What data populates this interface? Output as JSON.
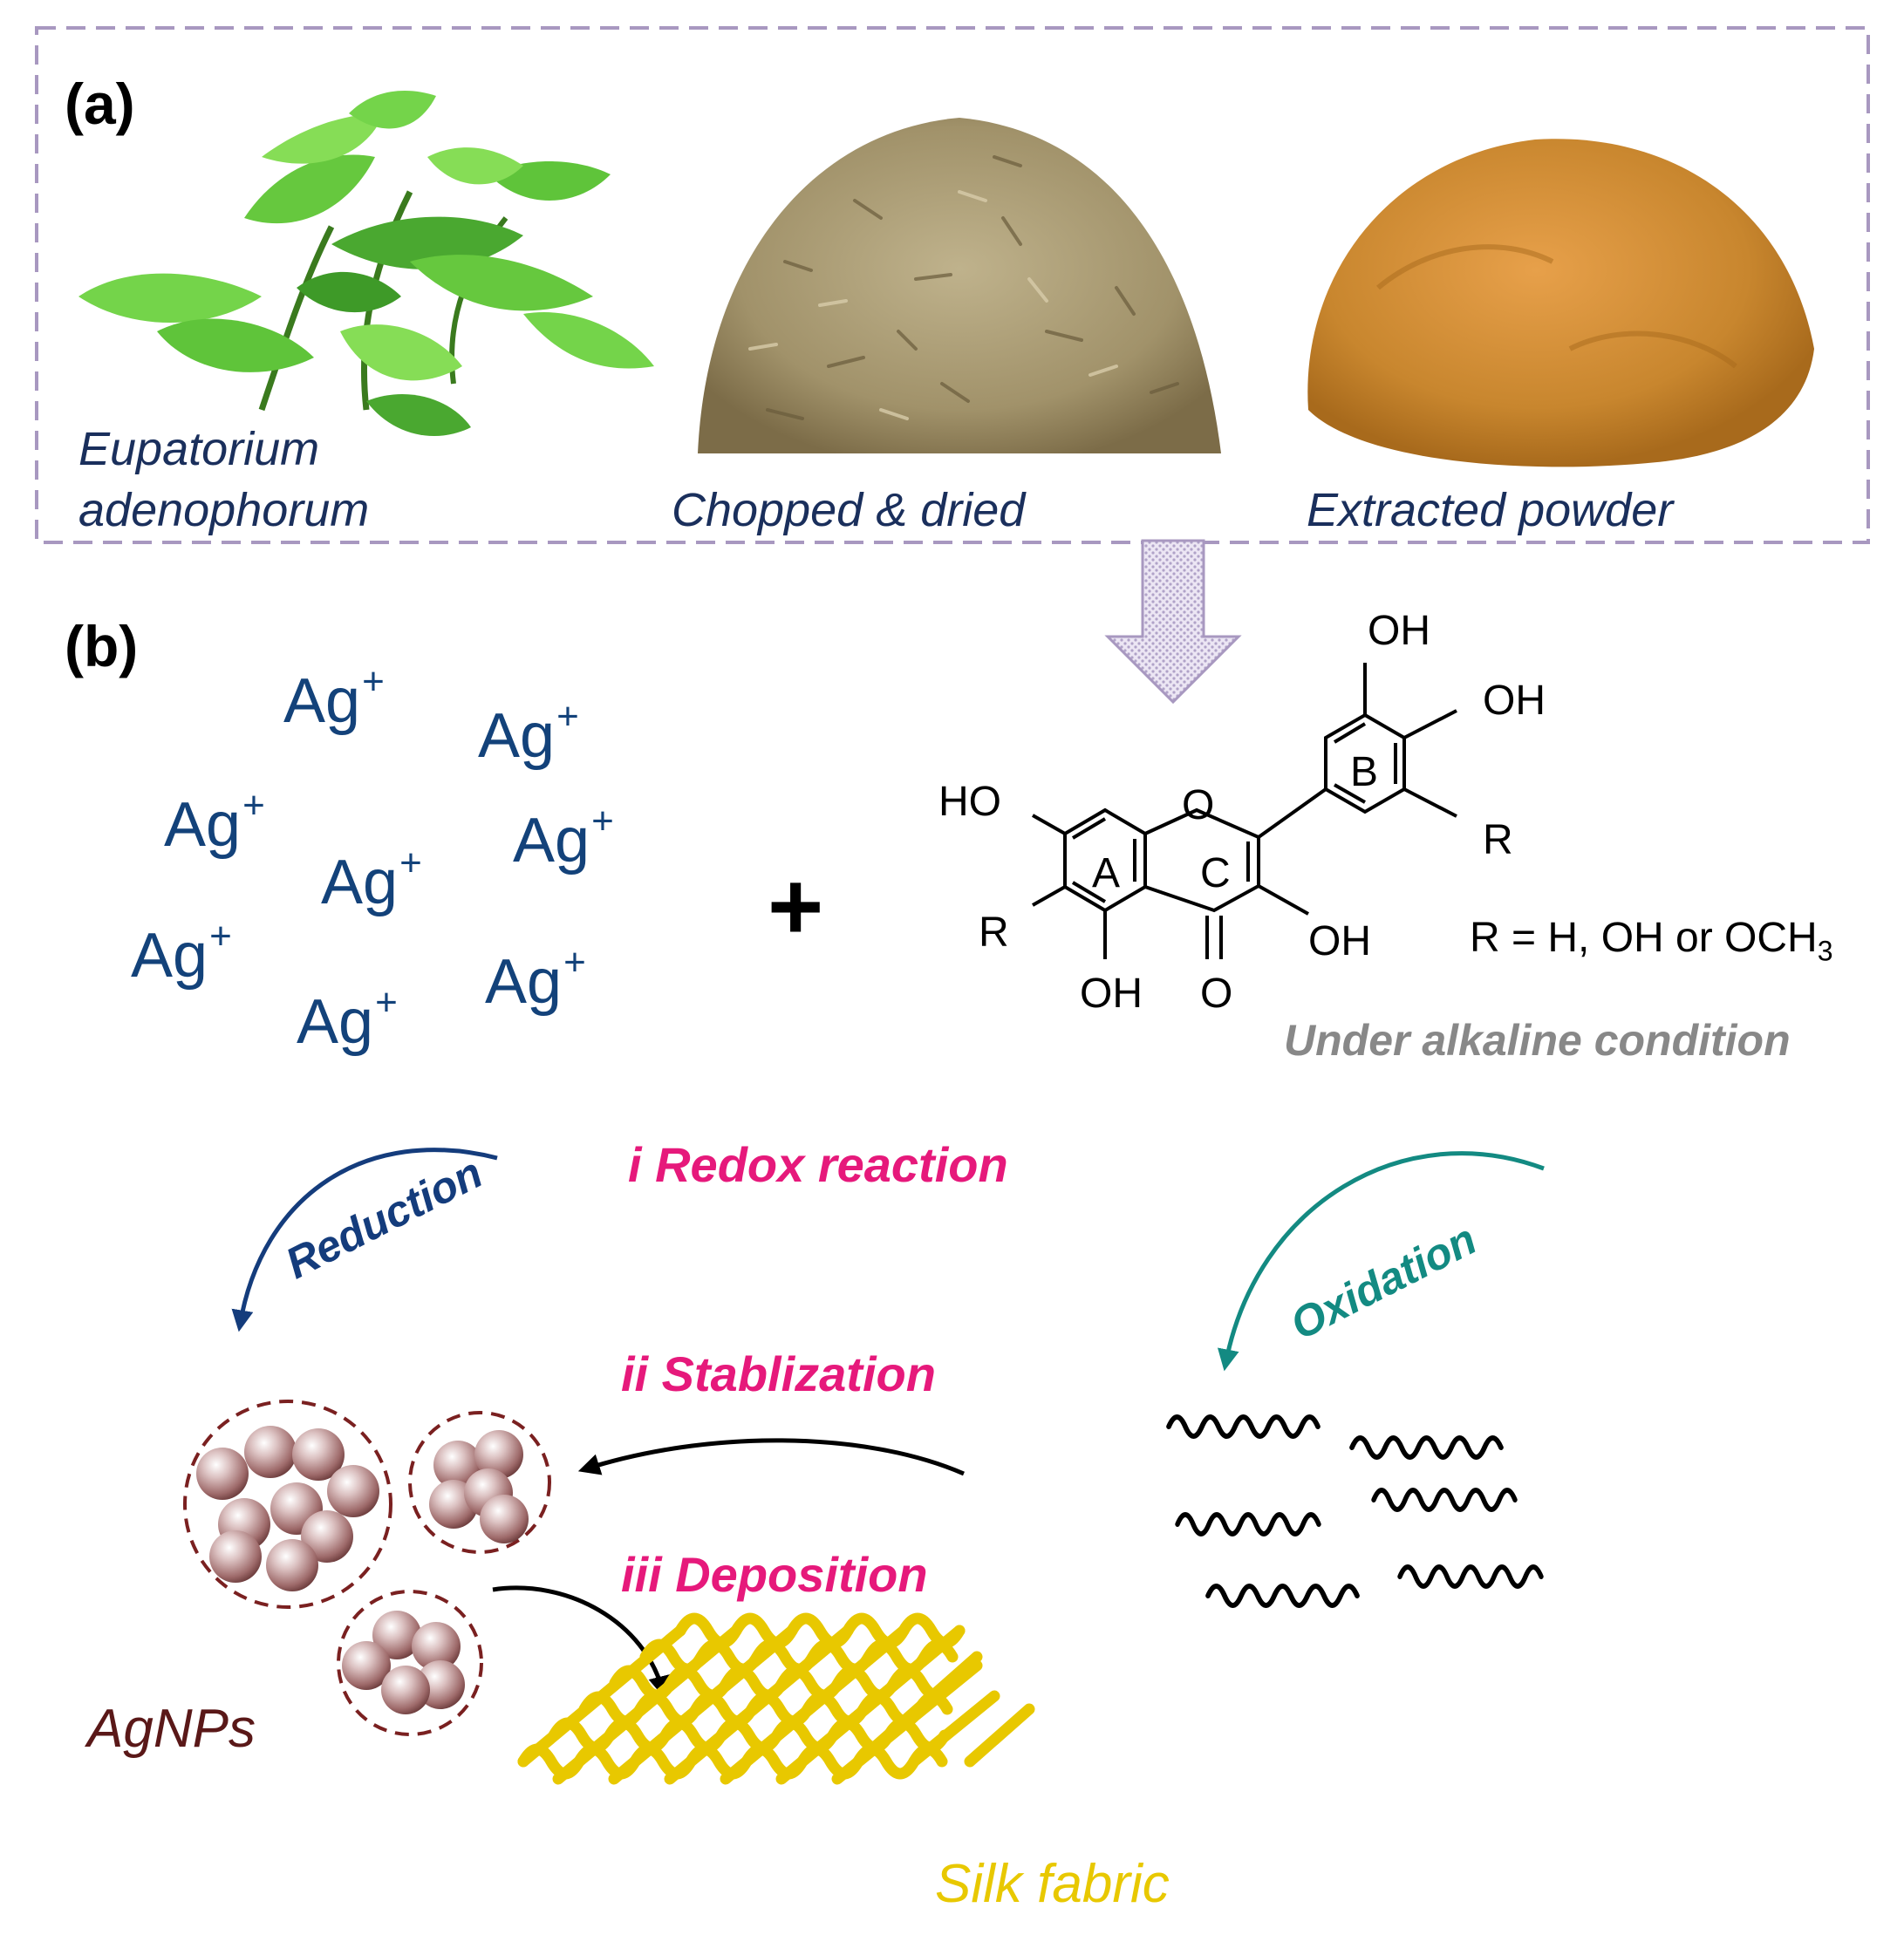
{
  "panel_a": {
    "label": "(a)",
    "captions": [
      "Eupatorium",
      "adenophorum",
      "Chopped & dried",
      "Extracted powder"
    ]
  },
  "panel_b": {
    "label": "(b)",
    "ion": "Ag",
    "ion_charge": "+",
    "plus_sign": "+",
    "structure": {
      "ring_labels": [
        "A",
        "B",
        "C"
      ],
      "groups": [
        "OH",
        "OH",
        "HO",
        "O",
        "R",
        "R",
        "OH",
        "OH",
        "O"
      ],
      "r_definition": "R = H, OH or OCH",
      "r_subscript": "3",
      "condition": "Under alkaline condition"
    },
    "steps": {
      "redox": "i Redox reaction",
      "stabilization": "ii Stablization",
      "deposition": "iii Deposition"
    },
    "arrows": {
      "reduction": "Reduction",
      "oxidation": "Oxidation"
    },
    "agnps_label": "AgNPs",
    "silk_label": "Silk fabric"
  },
  "colors": {
    "frame": "#a898c0",
    "caption": "#1a2f5c",
    "ion": "#13427a",
    "step": "#e6197b",
    "reduction": "#143c7c",
    "oxidation": "#138a82",
    "condition": "#888888",
    "agnp": "#5a1818",
    "particle": "#9e6a6a",
    "silk": "#e8c800",
    "leaf": "#5fc43a",
    "herb": "#a89a70",
    "powder": "#c8862e"
  }
}
